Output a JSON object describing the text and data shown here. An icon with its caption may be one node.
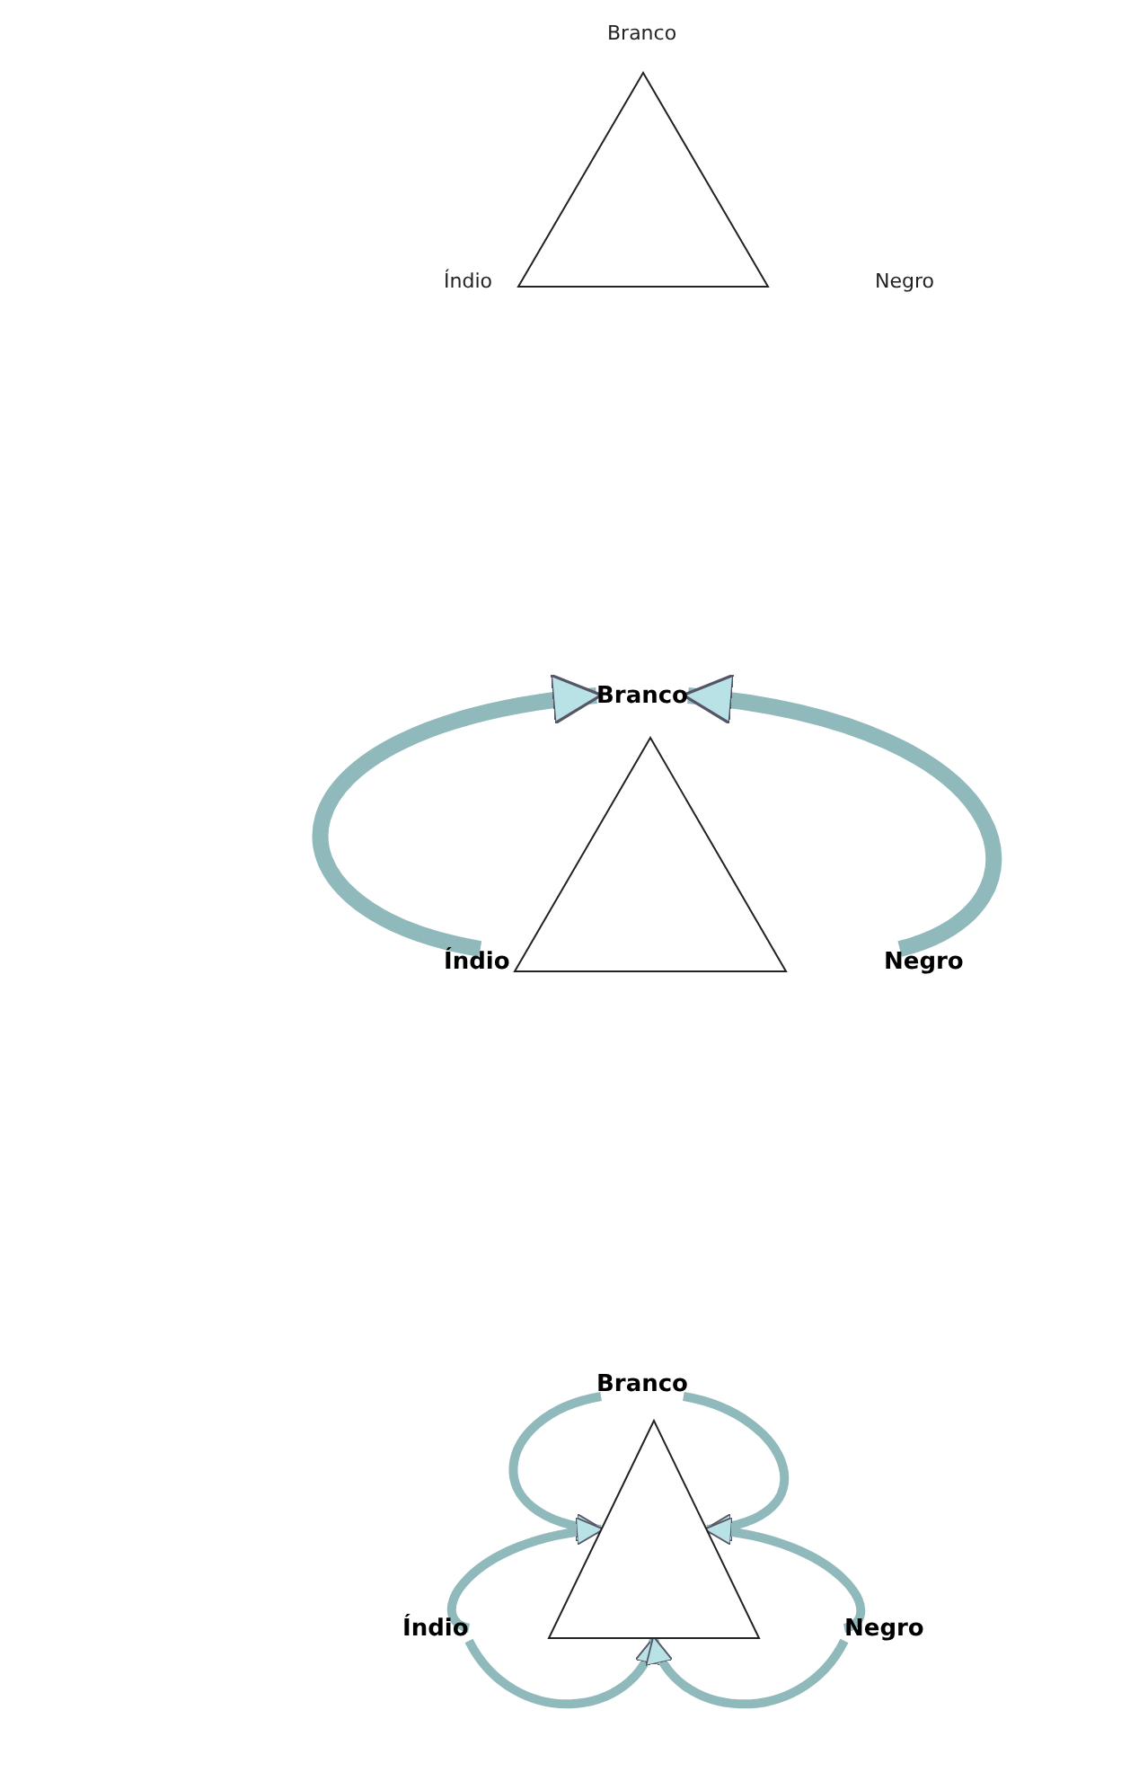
{
  "diagram": {
    "nodes": [
      {
        "text": [
          "Branco"
        ]
      },
      {
        "text": [],
        "shape": "triangle"
      },
      {
        "text": [
          "Índio"
        ]
      },
      {
        "text": [
          "Negro"
        ]
      },
      {
        "text": [
          "Branco"
        ]
      },
      {
        "text": [],
        "shape": "triangle"
      },
      {
        "text": [
          "Índio"
        ]
      },
      {
        "text": [
          "Negro"
        ]
      },
      {
        "text": [
          "Branco"
        ]
      },
      {
        "text": [],
        "shape": "triangle"
      },
      {
        "text": [
          "Índio"
        ]
      },
      {
        "text": [
          "Negro"
        ]
      }
    ],
    "edges": [
      {
        "from": 6,
        "to": 4,
        "arrow": "to",
        "style": "thick"
      },
      {
        "from": 7,
        "to": 4,
        "arrow": "to",
        "style": "thick"
      },
      {
        "from": 8,
        "to": 9,
        "arrow": "to"
      },
      {
        "from": 10,
        "to": 9,
        "arrow": "to"
      },
      {
        "from": 8,
        "to": 9,
        "arrow": "to"
      },
      {
        "from": 11,
        "to": 9,
        "arrow": "to"
      },
      {
        "from": 10,
        "to": 9,
        "arrow": "to"
      },
      {
        "from": 11,
        "to": 9,
        "arrow": "to"
      }
    ]
  }
}
